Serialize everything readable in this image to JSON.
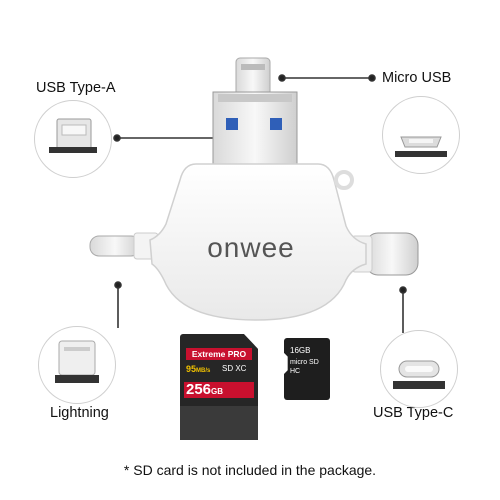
{
  "labels": {
    "usb_type_a": "USB Type-A",
    "micro_usb": "Micro USB",
    "lightning": "Lightning",
    "usb_type_c": "USB Type-C"
  },
  "brand": "onwee",
  "sd_card": {
    "series": "Extreme PRO",
    "speed": "95",
    "speed_unit": "MB/s",
    "capacity": "256",
    "capacity_unit": "GB",
    "standard": "SD XC"
  },
  "microsd_card": {
    "capacity": "16GB",
    "standard": "micro SD HC"
  },
  "footnote": "* SD card is not included in the package."
}
